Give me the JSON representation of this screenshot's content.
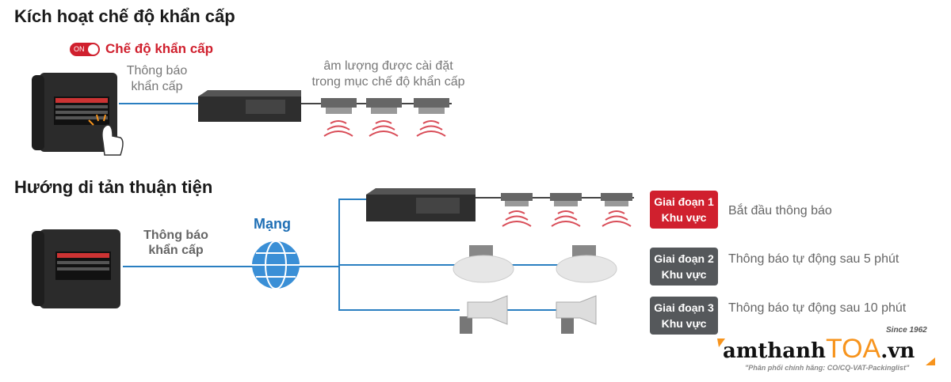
{
  "section1": {
    "title": "Kích hoạt chế độ khẩn cấp",
    "toggle_label": "ON",
    "mode_label": "Chế độ khẩn cấp",
    "announce_line1": "Thông báo",
    "announce_line2": "khẩn cấp",
    "volume_line1": "âm lượng được cài đặt",
    "volume_line2": "trong mục chế độ khẩn cấp"
  },
  "section2": {
    "title": "Hướng di tản thuận tiện",
    "announce_line1": "Thông báo",
    "announce_line2": "khẩn cấp",
    "network_label": "Mạng",
    "stages": [
      {
        "line1": "Giai đoạn 1",
        "line2": "Khu vực",
        "desc": "Bắt đầu thông báo",
        "color": "#d0202e"
      },
      {
        "line1": "Giai đoạn 2",
        "line2": "Khu vực",
        "desc": "Thông báo tự động sau 5 phút",
        "color": "#55585b"
      },
      {
        "line1": "Giai đoạn 3",
        "line2": "Khu vực",
        "desc": "Thông báo tự động sau 10 phút",
        "color": "#55585b"
      }
    ]
  },
  "logo": {
    "main": "amthanh",
    "brand": "TOA",
    "suffix": ".vn",
    "since": "Since 1962",
    "tagline": "\"Phân phối chính hãng: CO/CQ-VAT-Packinglist\""
  },
  "colors": {
    "accent": "#d0202e",
    "line": "#2a7fc1",
    "network": "#1f6fb5",
    "logo_orange": "#f7941d"
  }
}
